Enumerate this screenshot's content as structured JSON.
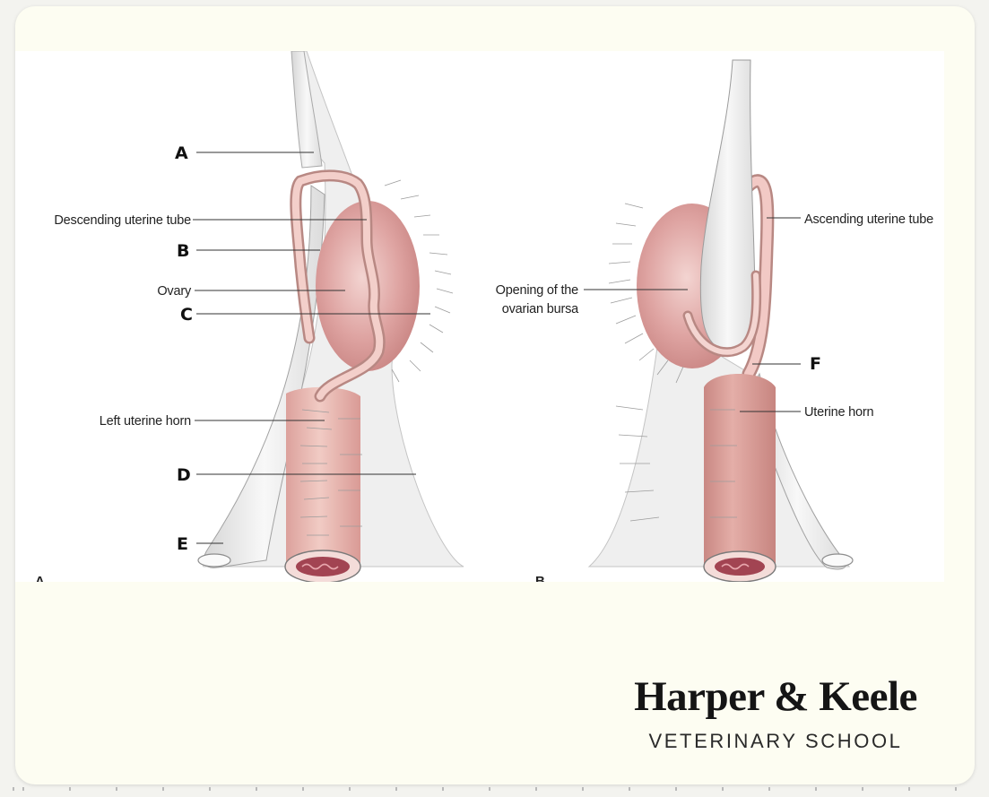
{
  "figure": {
    "panels": {
      "a": "A",
      "b": "B"
    },
    "labels": {
      "letter_a": "A",
      "descending_uterine_tube": "Descending uterine tube",
      "letter_b": "B",
      "ovary": "Ovary",
      "letter_c": "C",
      "left_uterine_horn": "Left uterine horn",
      "letter_d": "D",
      "letter_e": "E",
      "ascending_uterine_tube": "Ascending uterine tube",
      "opening_line1": "Opening of the",
      "opening_line2": "ovarian bursa",
      "letter_f": "F",
      "uterine_horn": "Uterine horn"
    },
    "colors": {
      "ovary": "#dea3a1",
      "uterus": "#e6b1aa",
      "tube": "#f1c9c6",
      "ligament": "#ececec",
      "lumen": "#a24452"
    }
  },
  "brand": {
    "name": "Harper & Keele",
    "subtitle": "VETERINARY SCHOOL"
  }
}
